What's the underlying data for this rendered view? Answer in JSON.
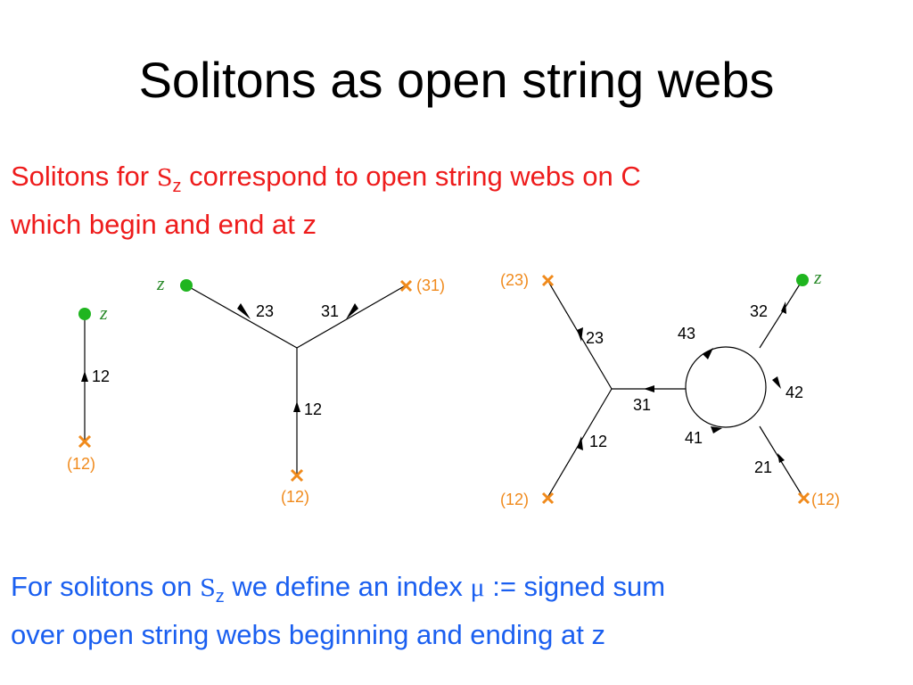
{
  "title": "Solitons as open string webs",
  "para1": {
    "before": "Solitons for ",
    "symbol": "S",
    "subscript": "z",
    "after_line1": "  correspond to open string webs on C",
    "line2": "which  begin and end at z"
  },
  "para2": {
    "before": "For solitons on ",
    "symbol": "S",
    "subscript": "z",
    "mid": " we  define an index  ",
    "mu": "μ",
    "after": " := signed sum",
    "line2": "over open string webs beginning and ending at z"
  },
  "colors": {
    "title": "#000000",
    "para1": "#ee1c1c",
    "para2": "#1a5ff0",
    "point": "#1fb51f",
    "branch": "#f08a1c"
  },
  "diagram": {
    "web1": {
      "z_label": "z",
      "edge_label": "12",
      "branch_label": "(12)"
    },
    "web2": {
      "z_label": "z",
      "edge_a": "23",
      "edge_b": "31",
      "edge_c": "12",
      "branch_top": "(31)",
      "branch_bottom": "(12)"
    },
    "web3": {
      "branch_tl": "(23)",
      "branch_bl": "(12)",
      "branch_br": "(12)",
      "z_label": "z",
      "e23": "23",
      "e12": "12",
      "e31": "31",
      "e43": "43",
      "e42": "42",
      "e41": "41",
      "e32": "32",
      "e21": "21"
    }
  }
}
